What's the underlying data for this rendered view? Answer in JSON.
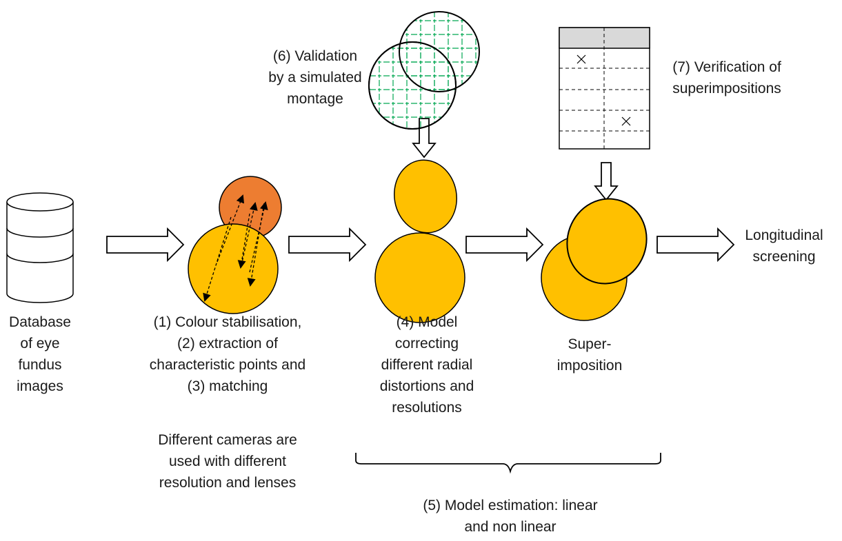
{
  "colors": {
    "circle_fill": "#FFC000",
    "circle_dark_fill": "#ED7D31",
    "stroke": "#000000",
    "grid_lines": "#00A651",
    "table_header": "#D9D9D9"
  },
  "icons": {
    "database": "database-cylinder-icon",
    "table_cross": "cross-mark-icon"
  },
  "labels": {
    "database": [
      "Database",
      "of eye",
      "fundus",
      "images"
    ],
    "step123": [
      "(1) Colour stabilisation,",
      "(2) extraction of",
      "characteristic points and",
      "(3) matching"
    ],
    "cameras": [
      "Different cameras are",
      "used with different",
      "resolution and lenses"
    ],
    "step4": [
      "(4) Model",
      "correcting",
      "different radial",
      "distortions and",
      "resolutions"
    ],
    "superimposition": [
      "Super-",
      "imposition"
    ],
    "step5": [
      "(5) Model estimation: linear",
      "and non linear"
    ],
    "step6": [
      "(6) Validation",
      "by a simulated",
      "montage"
    ],
    "step7": [
      "(7) Verification of",
      "superimpositions"
    ],
    "output": [
      "Longitudinal",
      "screening"
    ]
  }
}
